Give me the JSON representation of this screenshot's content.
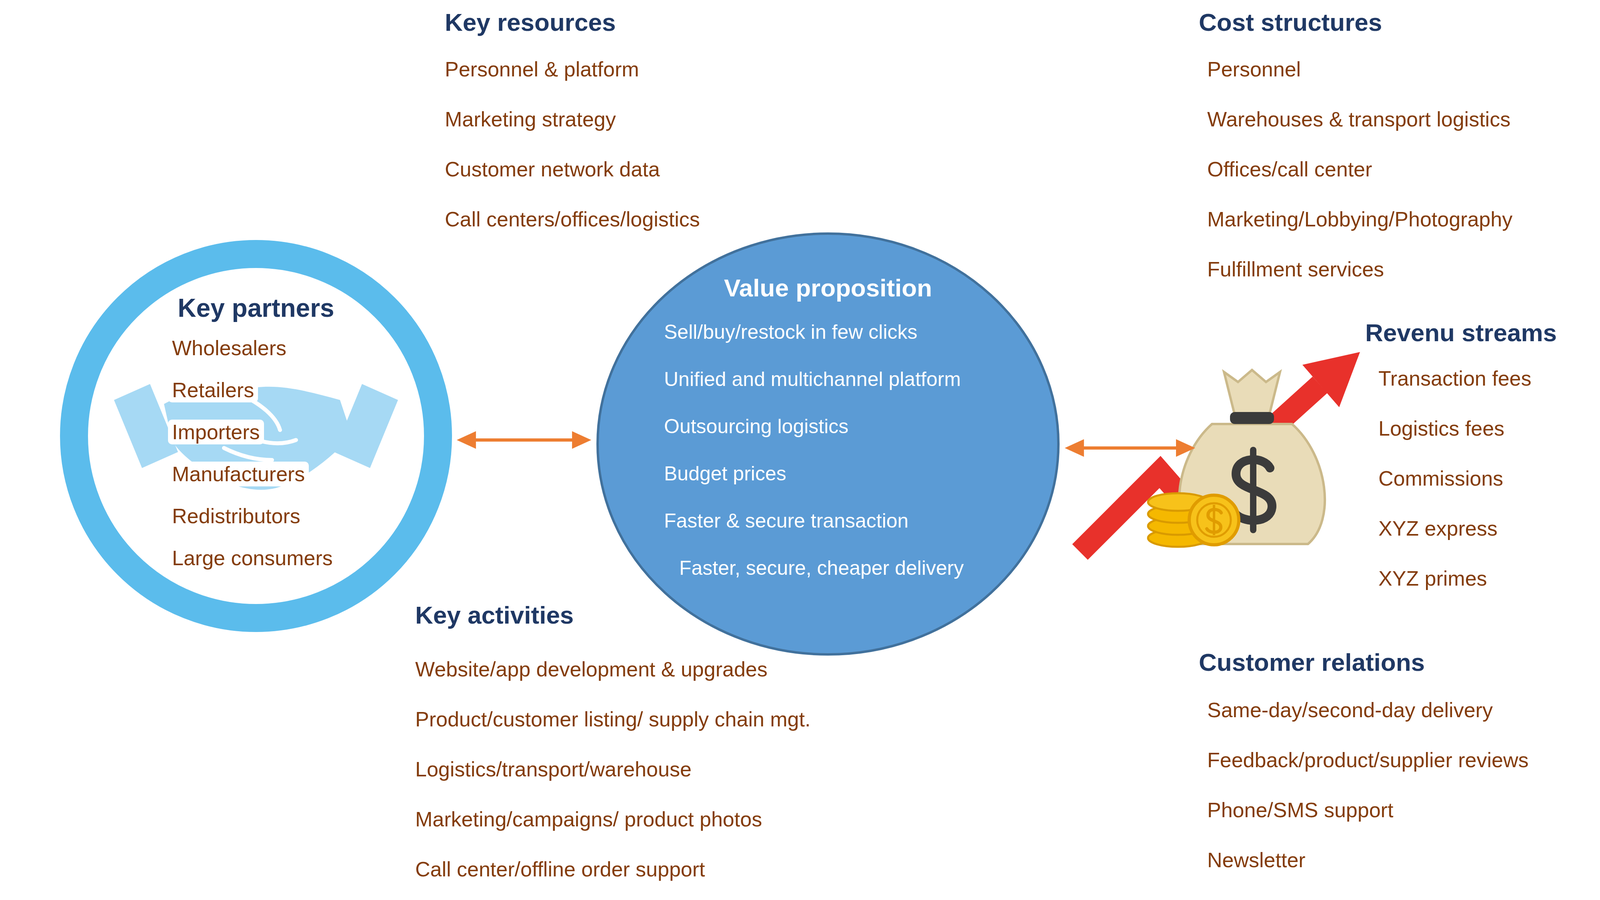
{
  "diagram": {
    "nodes": [
      {
        "text": [
          "Key partners",
          "Wholesalers",
          "Retailers",
          "Importers",
          "Manufacturers",
          "Redistributors",
          "Large consumers"
        ]
      },
      {
        "text": [
          "Value proposition",
          "Sell/buy/restock in few clicks",
          "Unified and multichannel platform",
          "Outsourcing logistics",
          "Budget prices",
          "Faster & secure transaction",
          "Faster, secure, cheaper delivery"
        ]
      },
      {
        "text": [
          "Revenu streams",
          "Transaction fees",
          "Logistics fees",
          "Commissions",
          "XYZ express",
          "XYZ primes"
        ]
      }
    ],
    "edges": [
      {
        "from": 0,
        "to": 1,
        "arrow": "both"
      },
      {
        "from": 1,
        "to": 2,
        "arrow": "both"
      }
    ],
    "labels": [
      "Key resources",
      "Personnel & platform",
      "Marketing strategy",
      "Customer network data",
      "Call centers/offices/logistics",
      "Cost structures",
      "Personnel",
      "Warehouses & transport logistics",
      "Offices/call center",
      "Marketing/Lobbying/Photography",
      "Fulfillment services",
      "Key activities",
      "Website/app development & upgrades",
      "Product/customer listing/ supply chain mgt.",
      "Logistics/transport/warehouse",
      "Marketing/campaigns/ product photos",
      "Call center/offline order support",
      "Customer relations",
      "Same-day/second-day delivery",
      "Feedback/product/supplier reviews",
      "Phone/SMS support",
      "Newsletter"
    ]
  }
}
